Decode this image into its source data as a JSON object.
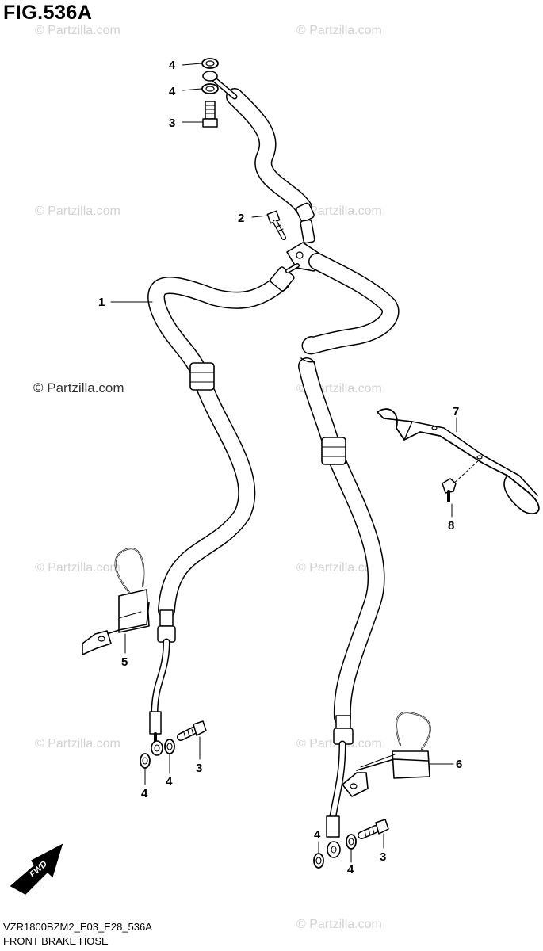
{
  "figure": {
    "title": "FIG.536A"
  },
  "watermark": "© Partzilla.com",
  "callouts": {
    "hose": "1",
    "union_bolt_upper": "2",
    "bolt_top": "3",
    "washer_top_a": "4",
    "washer_top_b": "4",
    "clamp_left": "5",
    "clamp_right": "6",
    "bracket": "7",
    "bolt_bracket": "8",
    "bolt_left_lower": "3",
    "washer_left_a": "4",
    "washer_left_b": "4",
    "bolt_right_lower": "3",
    "washer_right_a": "4",
    "washer_right_b": "4"
  },
  "fwd_label": "FWD",
  "footer": {
    "code": "VZR1800BZM2_E03_E28_536A",
    "name": "FRONT BRAKE HOSE"
  }
}
